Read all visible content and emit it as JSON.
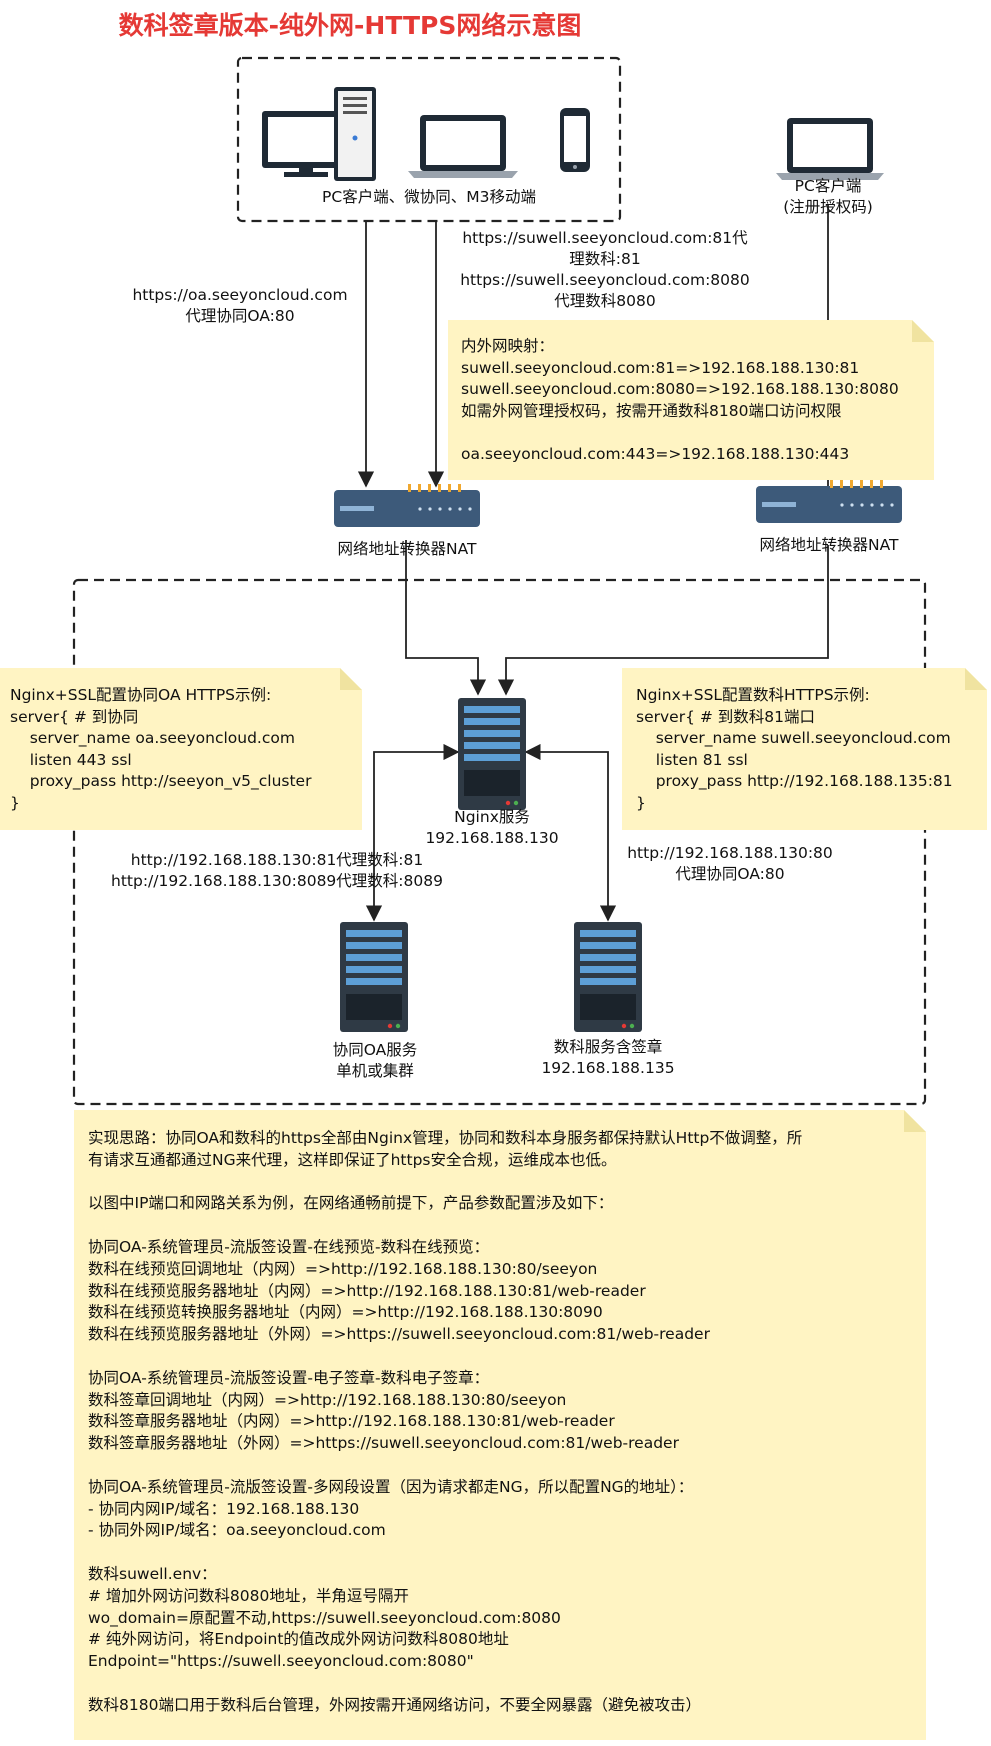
{
  "title": "数科签章版本-纯外网-HTTPS网络示意图",
  "client_group": {
    "label": "PC客户端、微协同、M3移动端"
  },
  "pc_client": {
    "label": "PC客户端\n(注册授权码)"
  },
  "link_labels": {
    "oa_proxy": "https://oa.seeyoncloud.com\n代理协同OA:80",
    "suwell_proxy": "https://suwell.seeyoncloud.com:81代\n理数科:81\nhttps://suwell.seeyoncloud.com:8080\n代理数科8080",
    "nginx_to_suwell": "http://192.168.188.130:81代理数科:81\nhttp://192.168.188.130:8089代理数科:8089",
    "nginx_to_oa": "http://192.168.188.130:80\n代理协同OA:80"
  },
  "nat_left": {
    "label": "网络地址转换器NAT"
  },
  "nat_right": {
    "label": "网络地址转换器NAT"
  },
  "nginx": {
    "label": "Nginx服务\n192.168.188.130"
  },
  "oa_server": {
    "label": "协同OA服务\n单机或集群"
  },
  "suwell_server": {
    "label": "数科服务含签章\n192.168.188.135"
  },
  "notes": {
    "mapping": "内外网映射：\nsuwell.seeyoncloud.com:81=>192.168.188.130:81\nsuwell.seeyoncloud.com:8080=>192.168.188.130:8080\n如需外网管理授权码，按需开通数科8180端口访问权限\n\noa.seeyoncloud.com:443=>192.168.188.130:443",
    "nginx_oa": "Nginx+SSL配置协同OA HTTPS示例:\nserver{ # 到协同\n    server_name oa.seeyoncloud.com\n    listen 443 ssl\n    proxy_pass http://seeyon_v5_cluster\n}",
    "nginx_suwell": "Nginx+SSL配置数科HTTPS示例:\nserver{ # 到数科81端口\n    server_name suwell.seeyoncloud.com\n    listen 81 ssl\n    proxy_pass http://192.168.188.135:81\n}",
    "summary": "实现思路：协同OA和数科的https全部由Nginx管理，协同和数科本身服务都保持默认Http不做调整，所\n有请求互通都通过NG来代理，这样即保证了https安全合规，运维成本也低。\n\n以图中IP端口和网路关系为例，在网络通畅前提下，产品参数配置涉及如下：\n\n协同OA-系统管理员-流版签设置-在线预览-数科在线预览：\n数科在线预览回调地址（内网）=>http://192.168.188.130:80/seeyon\n数科在线预览服务器地址（内网）=>http://192.168.188.130:81/web-reader\n数科在线预览转换服务器地址（内网）=>http://192.168.188.130:8090\n数科在线预览服务器地址（外网）=>https://suwell.seeyoncloud.com:81/web-reader\n\n协同OA-系统管理员-流版签设置-电子签章-数科电子签章：\n数科签章回调地址（内网）=>http://192.168.188.130:80/seeyon\n数科签章服务器地址（内网）=>http://192.168.188.130:81/web-reader\n数科签章服务器地址（外网）=>https://suwell.seeyoncloud.com:81/web-reader\n\n协同OA-系统管理员-流版签设置-多网段设置（因为请求都走NG，所以配置NG的地址）：\n- 协同内网IP/域名：192.168.188.130\n- 协同外网IP/域名：oa.seeyoncloud.com\n\n数科suwell.env：\n# 增加外网访问数科8080地址，半角逗号隔开\nwo_domain=原配置不动,https://suwell.seeyoncloud.com:8080\n# 纯外网访问，将Endpoint的值改成外网访问数科8080地址\nEndpoint=\"https://suwell.seeyoncloud.com:8080\"\n\n数科8180端口用于数科后台管理，外网按需开通网络访问，不要全网暴露（避免被攻击）"
  },
  "colors": {
    "title": "#e53935",
    "note_fill": "#fff4c3",
    "note_fold": "#f0e3a0",
    "server_dark": "#2f3a45",
    "router_blue": "#3d5a7a"
  }
}
